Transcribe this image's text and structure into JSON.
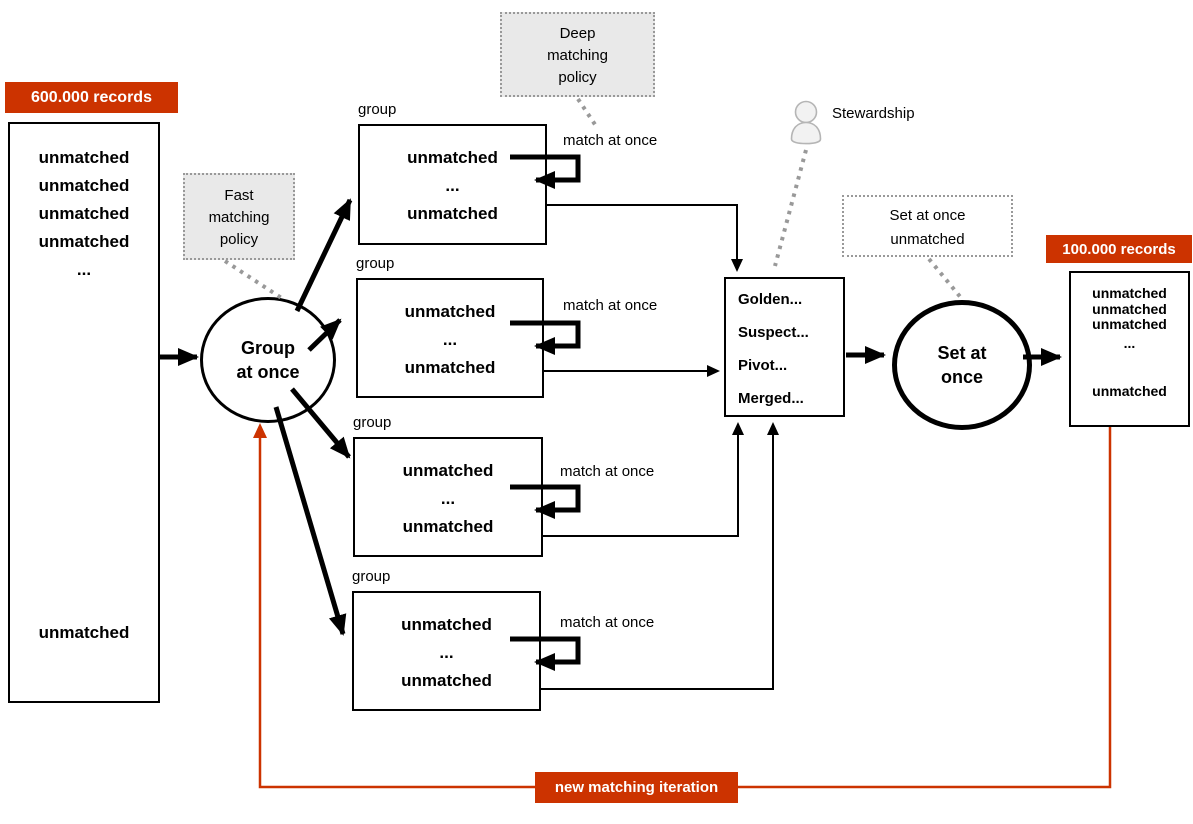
{
  "colors": {
    "accent": "#cc3300",
    "policy_bg": "#e9e9e9",
    "dotted_gray": "#999999"
  },
  "badges": {
    "source": "600.000 records",
    "result": "100.000 records",
    "iteration": "new matching iteration"
  },
  "source_box": {
    "lines": [
      "unmatched",
      "unmatched",
      "unmatched",
      "unmatched",
      "..."
    ],
    "bottom_line": "unmatched"
  },
  "result_box": {
    "lines": [
      "unmatched",
      "unmatched",
      "unmatched",
      "..."
    ],
    "bottom_line": "unmatched"
  },
  "group_step": {
    "lines": [
      "Group",
      "at once"
    ]
  },
  "set_step": {
    "lines": [
      "Set at",
      "once"
    ]
  },
  "policies": {
    "fast": {
      "lines": [
        "Fast",
        "matching",
        "policy"
      ]
    },
    "deep": {
      "lines": [
        "Deep",
        "matching",
        "policy"
      ]
    },
    "set_at_once": {
      "lines": [
        "Set at once",
        "unmatched"
      ]
    }
  },
  "stewardship": {
    "label": "Stewardship"
  },
  "central_box": {
    "items": [
      "Golden...",
      "Suspect...",
      "Pivot...",
      "Merged..."
    ]
  },
  "groups": [
    {
      "label": "group",
      "lines": [
        "unmatched",
        "...",
        "unmatched"
      ],
      "match_label": "match at once"
    },
    {
      "label": "group",
      "lines": [
        "unmatched",
        "...",
        "unmatched"
      ],
      "match_label": "match at once"
    },
    {
      "label": "group",
      "lines": [
        "unmatched",
        "...",
        "unmatched"
      ],
      "match_label": "match at once"
    },
    {
      "label": "group",
      "lines": [
        "unmatched",
        "...",
        "unmatched"
      ],
      "match_label": "match at once"
    }
  ]
}
